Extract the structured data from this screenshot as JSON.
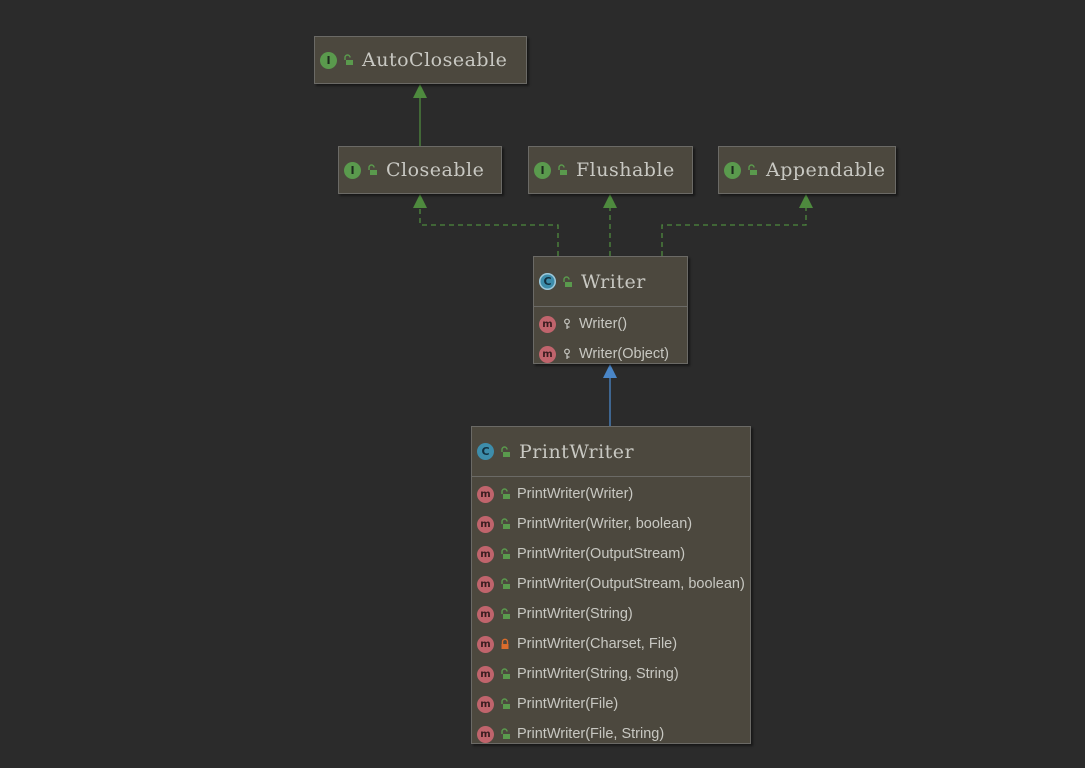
{
  "diagram": {
    "colors": {
      "background": "#2b2b2b",
      "node_fill": "#4c483e",
      "node_border": "#6b6a66",
      "text": "#c8c8c2",
      "interface_badge": "#5a9a4d",
      "class_badge": "#3d8dab",
      "method_badge": "#c0646c",
      "implements_edge": "#4e8a3e",
      "extends_edge": "#4a86c7",
      "private_lock": "#d96c2c"
    },
    "badges": {
      "interface": "I",
      "class": "C",
      "method": "m"
    },
    "nodes": {
      "autocloseable": {
        "title": "AutoCloseable",
        "kind": "interface",
        "visibility": "public"
      },
      "closeable": {
        "title": "Closeable",
        "kind": "interface",
        "visibility": "public"
      },
      "flushable": {
        "title": "Flushable",
        "kind": "interface",
        "visibility": "public"
      },
      "appendable": {
        "title": "Appendable",
        "kind": "interface",
        "visibility": "public"
      },
      "writer": {
        "title": "Writer",
        "kind": "abstract-class",
        "visibility": "public",
        "members": [
          {
            "label": "Writer()",
            "visibility": "protected"
          },
          {
            "label": "Writer(Object)",
            "visibility": "protected"
          }
        ]
      },
      "printwriter": {
        "title": "PrintWriter",
        "kind": "class",
        "visibility": "public",
        "members": [
          {
            "label": "PrintWriter(Writer)",
            "visibility": "public"
          },
          {
            "label": "PrintWriter(Writer, boolean)",
            "visibility": "public"
          },
          {
            "label": "PrintWriter(OutputStream)",
            "visibility": "public"
          },
          {
            "label": "PrintWriter(OutputStream, boolean)",
            "visibility": "public"
          },
          {
            "label": "PrintWriter(String)",
            "visibility": "public"
          },
          {
            "label": "PrintWriter(Charset, File)",
            "visibility": "private"
          },
          {
            "label": "PrintWriter(String, String)",
            "visibility": "public"
          },
          {
            "label": "PrintWriter(File)",
            "visibility": "public"
          },
          {
            "label": "PrintWriter(File, String)",
            "visibility": "public"
          }
        ]
      }
    },
    "edges": [
      {
        "from": "closeable",
        "to": "autocloseable",
        "type": "extends-interface"
      },
      {
        "from": "writer",
        "to": "closeable",
        "type": "implements"
      },
      {
        "from": "writer",
        "to": "flushable",
        "type": "implements"
      },
      {
        "from": "writer",
        "to": "appendable",
        "type": "implements"
      },
      {
        "from": "printwriter",
        "to": "writer",
        "type": "extends"
      }
    ]
  }
}
